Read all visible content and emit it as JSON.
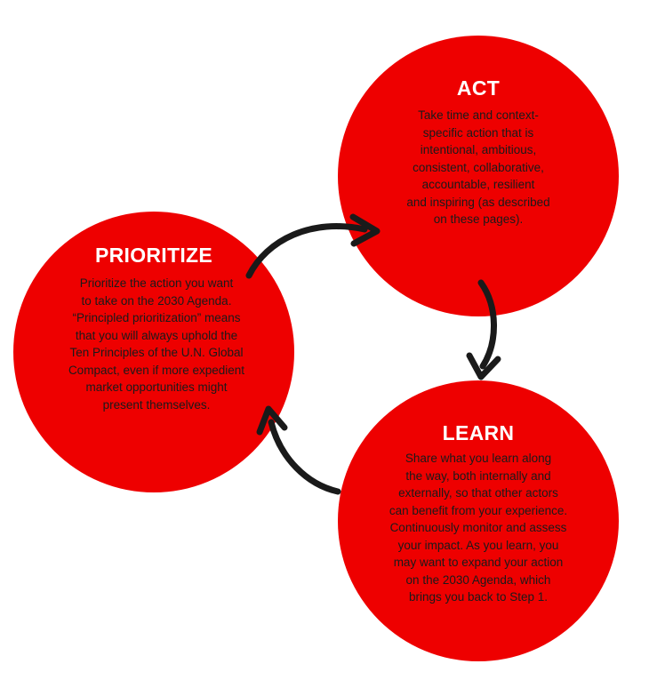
{
  "colors": {
    "circle_fill": "#ee0000",
    "title_text": "#ffffff",
    "body_text": "#1a1a1a",
    "arrow": "#1a1a1a",
    "background": "#ffffff"
  },
  "nodes": {
    "act": {
      "title": "ACT",
      "text": "Take time and context-\nspecific action that is\nintentional, ambitious,\nconsistent, collaborative,\naccountable, resilient\nand inspiring (as described\non these pages)."
    },
    "prioritize": {
      "title": "PRIORITIZE",
      "text": "Prioritize the action you want\nto take on the 2030 Agenda.\n“Principled prioritization” means\nthat you will always uphold the\nTen Principles of the U.N. Global\nCompact, even if more expedient\nmarket opportunities might\npresent themselves."
    },
    "learn": {
      "title": "LEARN",
      "text": "Share what you learn along\nthe way, both internally and\nexternally, so that other actors\ncan benefit from your experience.\nContinuously monitor and assess\nyour impact. As you learn, you\nmay want to expand your action\non the 2030 Agenda, which\nbrings you back to Step 1."
    }
  },
  "arrows": [
    {
      "from": "prioritize",
      "to": "act"
    },
    {
      "from": "act",
      "to": "learn"
    },
    {
      "from": "learn",
      "to": "prioritize"
    }
  ]
}
